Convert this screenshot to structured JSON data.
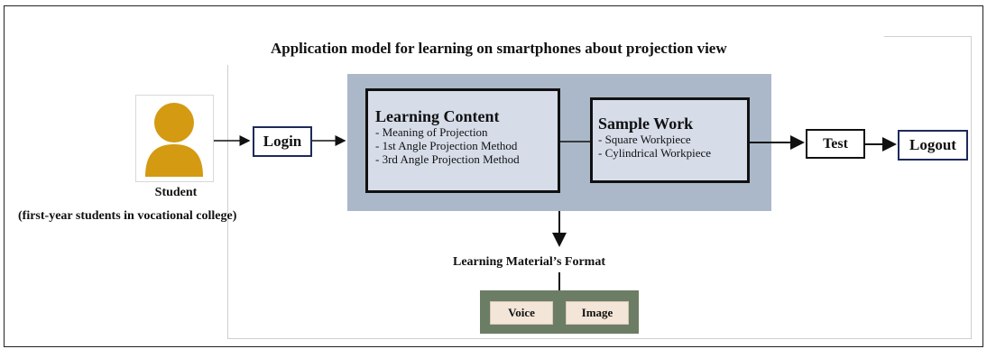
{
  "title": "Application model for learning on smartphones about projection view",
  "student": {
    "icon": "person-icon",
    "label": "Student",
    "description": "(first-year students in vocational college)"
  },
  "login": {
    "label": "Login"
  },
  "learning_content": {
    "title": "Learning Content",
    "items": [
      "- Meaning of Projection",
      "- 1st Angle Projection Method",
      "- 3rd Angle Projection Method"
    ]
  },
  "sample_work": {
    "title": "Sample Work",
    "items": [
      "- Square Workpiece",
      "- Cylindrical Workpiece"
    ]
  },
  "test": {
    "label": "Test"
  },
  "logout": {
    "label": "Logout"
  },
  "material_format": {
    "label": "Learning Material’s Format",
    "items": [
      "Voice",
      "Image"
    ]
  },
  "colors": {
    "person": "#d49a12",
    "panel": "#abb8c9",
    "inner_box": "#d6dde9",
    "format_panel": "#6b7d64",
    "chip": "#f3e6d8",
    "box_border_blue": "#1e2a5a"
  }
}
